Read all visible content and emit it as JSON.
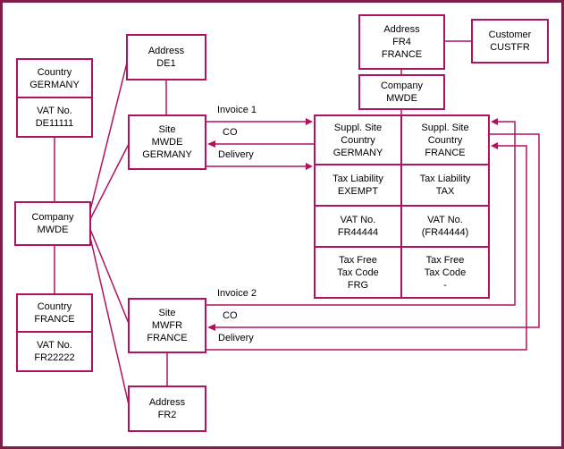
{
  "colors": {
    "accent": "#b0125f",
    "frame": "#7d1f4a",
    "text": "#000000",
    "background": "#ffffff"
  },
  "boxes": {
    "country_germany": {
      "lines": [
        "Country",
        "GERMANY"
      ]
    },
    "vat_de": {
      "lines": [
        "VAT No.",
        "DE11111"
      ]
    },
    "company_mwde_left": {
      "lines": [
        "Company",
        "MWDE"
      ]
    },
    "country_france": {
      "lines": [
        "Country",
        "FRANCE"
      ]
    },
    "vat_fr": {
      "lines": [
        "VAT No.",
        "FR22222"
      ]
    },
    "address_de1": {
      "lines": [
        "Address",
        "DE1"
      ]
    },
    "site_mwde": {
      "lines": [
        "Site",
        "MWDE",
        "GERMANY"
      ]
    },
    "site_mwfr": {
      "lines": [
        "Site",
        "MWFR",
        "FRANCE"
      ]
    },
    "address_fr2": {
      "lines": [
        "Address",
        "FR2"
      ]
    },
    "address_fr4": {
      "lines": [
        "Address",
        "FR4",
        "FRANCE"
      ]
    },
    "customer_custfr": {
      "lines": [
        "Customer",
        "CUSTFR"
      ]
    },
    "company_mwde_top": {
      "lines": [
        "Company",
        "MWDE"
      ]
    },
    "suppl_site_germany": {
      "lines": [
        "Suppl. Site",
        "Country",
        "GERMANY"
      ]
    },
    "suppl_site_france": {
      "lines": [
        "Suppl. Site",
        "Country",
        "FRANCE"
      ]
    },
    "tax_liability_exempt": {
      "lines": [
        "Tax Liability",
        "EXEMPT"
      ]
    },
    "tax_liability_tax": {
      "lines": [
        "Tax Liability",
        "TAX"
      ]
    },
    "vat_fr44444": {
      "lines": [
        "VAT No.",
        "FR44444"
      ]
    },
    "vat_fr44444_paren": {
      "lines": [
        "VAT No.",
        "(FR44444)"
      ]
    },
    "tax_free_frg": {
      "lines": [
        "Tax Free",
        "Tax Code",
        "FRG"
      ]
    },
    "tax_free_dash": {
      "lines": [
        "Tax Free",
        "Tax Code",
        "-"
      ]
    }
  },
  "flow_labels": {
    "invoice_1": "Invoice 1",
    "co_mwde": "CO",
    "delivery_mwde": "Delivery",
    "invoice_2": "Invoice 2",
    "co_mwfr": "CO",
    "delivery_mwfr": "Delivery"
  }
}
